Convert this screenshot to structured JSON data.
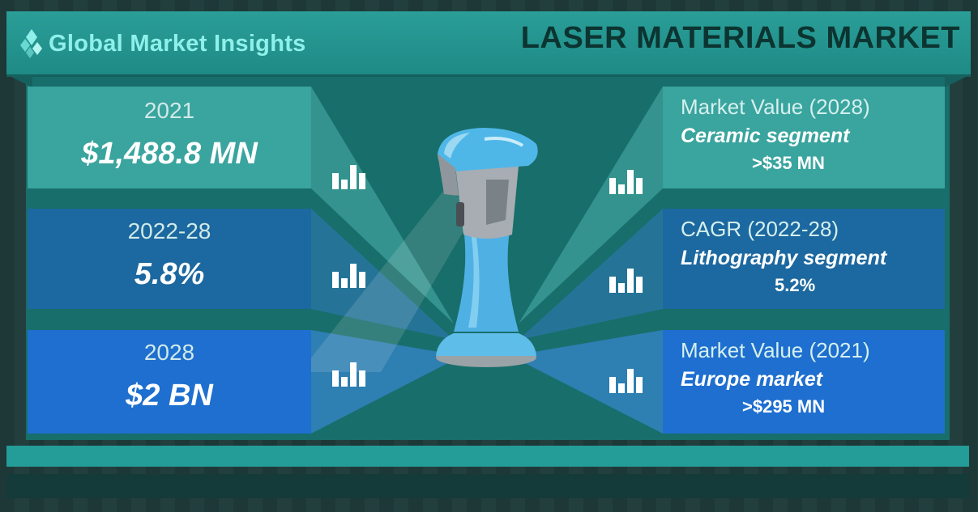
{
  "header": {
    "logo_text": "Global Market Insights",
    "title": "LASER MATERIALS MARKET"
  },
  "left_panels": [
    {
      "label": "2021",
      "value": "$1,488.8 MN"
    },
    {
      "label": "2022-28",
      "value": "5.8%"
    },
    {
      "label": "2028",
      "value": "$2 BN"
    }
  ],
  "right_panels": [
    {
      "label": "Market Value (2028)",
      "segment": "Ceramic segment",
      "metric": ">$35 MN"
    },
    {
      "label": "CAGR (2022-28)",
      "segment": "Lithography segment",
      "metric": "5.2%"
    },
    {
      "label": "Market Value (2021)",
      "segment": "Europe market",
      "metric": ">$295 MN"
    }
  ],
  "icons": {
    "logo": "diamond-cluster-icon",
    "panel": "bar-chart-icon",
    "center": "laser-scanner-icon"
  },
  "colors": {
    "header": "#2a9e98",
    "title_text": "#0c3431",
    "logo_text": "#8ff0ea",
    "panel_teal": "#3aa49e",
    "panel_navy": "#1c68a0",
    "panel_blue": "#1e6fcf",
    "scanner": "#4fb7e8"
  }
}
